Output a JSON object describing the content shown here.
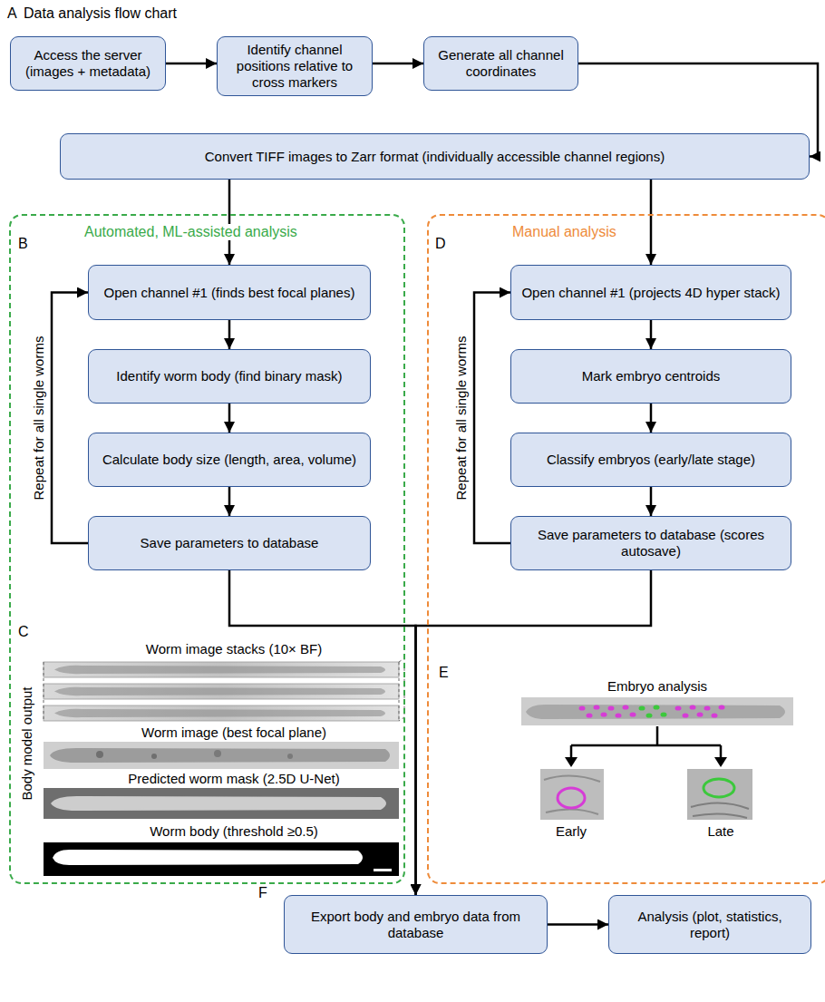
{
  "diagram": {
    "title": "Data analysis flow chart",
    "nodes": [
      {
        "text": [
          "Access the server (images + metadata)"
        ]
      },
      {
        "text": [
          "Identify channel positions relative to cross markers"
        ]
      },
      {
        "text": [
          "Generate all channel coordinates"
        ]
      },
      {
        "text": [
          "Convert TIFF images to Zarr format (individually accessible channel regions)"
        ]
      },
      {
        "text": [
          "Automated, ML-assisted analysis"
        ]
      },
      {
        "text": [
          "Open channel #1 (finds best focal planes)"
        ],
        "in": 4
      },
      {
        "text": [
          "Identify worm body (find binary mask)"
        ],
        "in": 4
      },
      {
        "text": [
          "Calculate body size (length, area, volume)"
        ],
        "in": 4
      },
      {
        "text": [
          "Save parameters to database"
        ],
        "in": 4
      },
      {
        "text": [
          "Manual analysis"
        ]
      },
      {
        "text": [
          "Open channel #1 (projects 4D hyper stack)"
        ],
        "in": 9
      },
      {
        "text": [
          "Mark embryo centroids"
        ],
        "in": 9
      },
      {
        "text": [
          "Classify embryos (early/late stage)"
        ],
        "in": 9
      },
      {
        "text": [
          "Save parameters to database (scores autosave)"
        ],
        "in": 9
      },
      {
        "text": [
          "Export body and embryo data from database"
        ]
      },
      {
        "text": [
          "Analysis (plot, statistics, report)"
        ]
      }
    ],
    "edges": [
      {
        "from": 0,
        "to": 1,
        "arrow": "to"
      },
      {
        "from": 1,
        "to": 2,
        "arrow": "to"
      },
      {
        "from": 2,
        "to": 3,
        "arrow": "to"
      },
      {
        "from": 3,
        "to": 5,
        "arrow": "to"
      },
      {
        "from": 3,
        "to": 10,
        "arrow": "to"
      },
      {
        "from": 5,
        "to": 6,
        "arrow": "to"
      },
      {
        "from": 6,
        "to": 7,
        "arrow": "to"
      },
      {
        "from": 7,
        "to": 8,
        "arrow": "to"
      },
      {
        "from": 8,
        "to": 5,
        "label": "Repeat for all single worms",
        "arrow": "to"
      },
      {
        "from": 10,
        "to": 11,
        "arrow": "to"
      },
      {
        "from": 11,
        "to": 12,
        "arrow": "to"
      },
      {
        "from": 12,
        "to": 13,
        "arrow": "to"
      },
      {
        "from": 13,
        "to": 10,
        "label": "Repeat for all single worms",
        "arrow": "to"
      },
      {
        "from": 8,
        "to": 14,
        "arrow": "to"
      },
      {
        "from": 13,
        "to": 14,
        "arrow": "to"
      },
      {
        "from": 14,
        "to": 15,
        "arrow": "to"
      }
    ],
    "labels": [
      "A",
      "B",
      "C",
      "Body model output",
      "Worm image stacks (10× BF)",
      "Worm image (best focal plane)",
      "Predicted worm mask (2.5D U-Net)",
      "Worm body (threshold ≥0.5)",
      "D",
      "E",
      "Embryo analysis",
      "Early",
      "Late",
      "F"
    ]
  }
}
